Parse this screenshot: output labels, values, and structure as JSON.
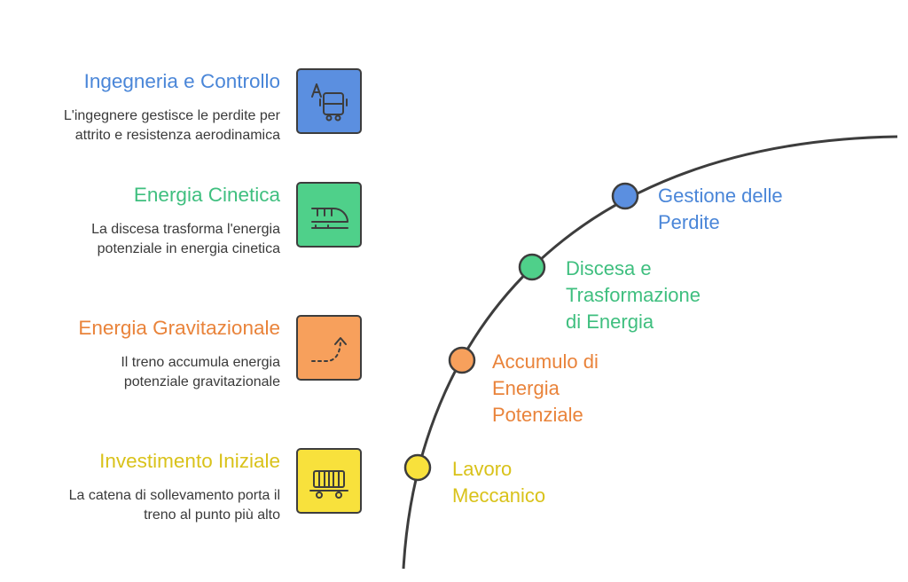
{
  "colors": {
    "blue": "#4a86d8",
    "green": "#3fbf7f",
    "orange": "#e9833a",
    "yellow": "#d9c21a",
    "blue_fill": "#5b8fe0",
    "green_fill": "#4fd08a",
    "orange_fill": "#f7a05c",
    "yellow_fill": "#f8e13c",
    "stroke": "#3d3d3d"
  },
  "stages": [
    {
      "title": "Ingegneria e Controllo",
      "description_lines": [
        "L'ingegnere gestisce le perdite per",
        "attrito e resistenza aerodinamica"
      ],
      "icon": "translate-bus-icon",
      "milestone_lines": [
        "Gestione delle",
        "Perdite"
      ]
    },
    {
      "title": "Energia Cinetica",
      "description_lines": [
        "La discesa trasforma l'energia",
        "potenziale in energia cinetica"
      ],
      "icon": "high-speed-train-icon",
      "milestone_lines": [
        "Discesa e",
        "Trasformazione",
        "di Energia"
      ]
    },
    {
      "title": "Energia Gravitazionale",
      "description_lines": [
        "Il treno accumula energia",
        "potenziale gravitazionale"
      ],
      "icon": "rising-curve-arrow-icon",
      "milestone_lines": [
        "Accumulo di",
        "Energia",
        "Potenziale"
      ]
    },
    {
      "title": "Investimento Iniziale",
      "description_lines": [
        "La catena di sollevamento porta il",
        "treno al punto più alto"
      ],
      "icon": "freight-car-icon",
      "milestone_lines": [
        "Lavoro",
        "Meccanico"
      ]
    }
  ]
}
